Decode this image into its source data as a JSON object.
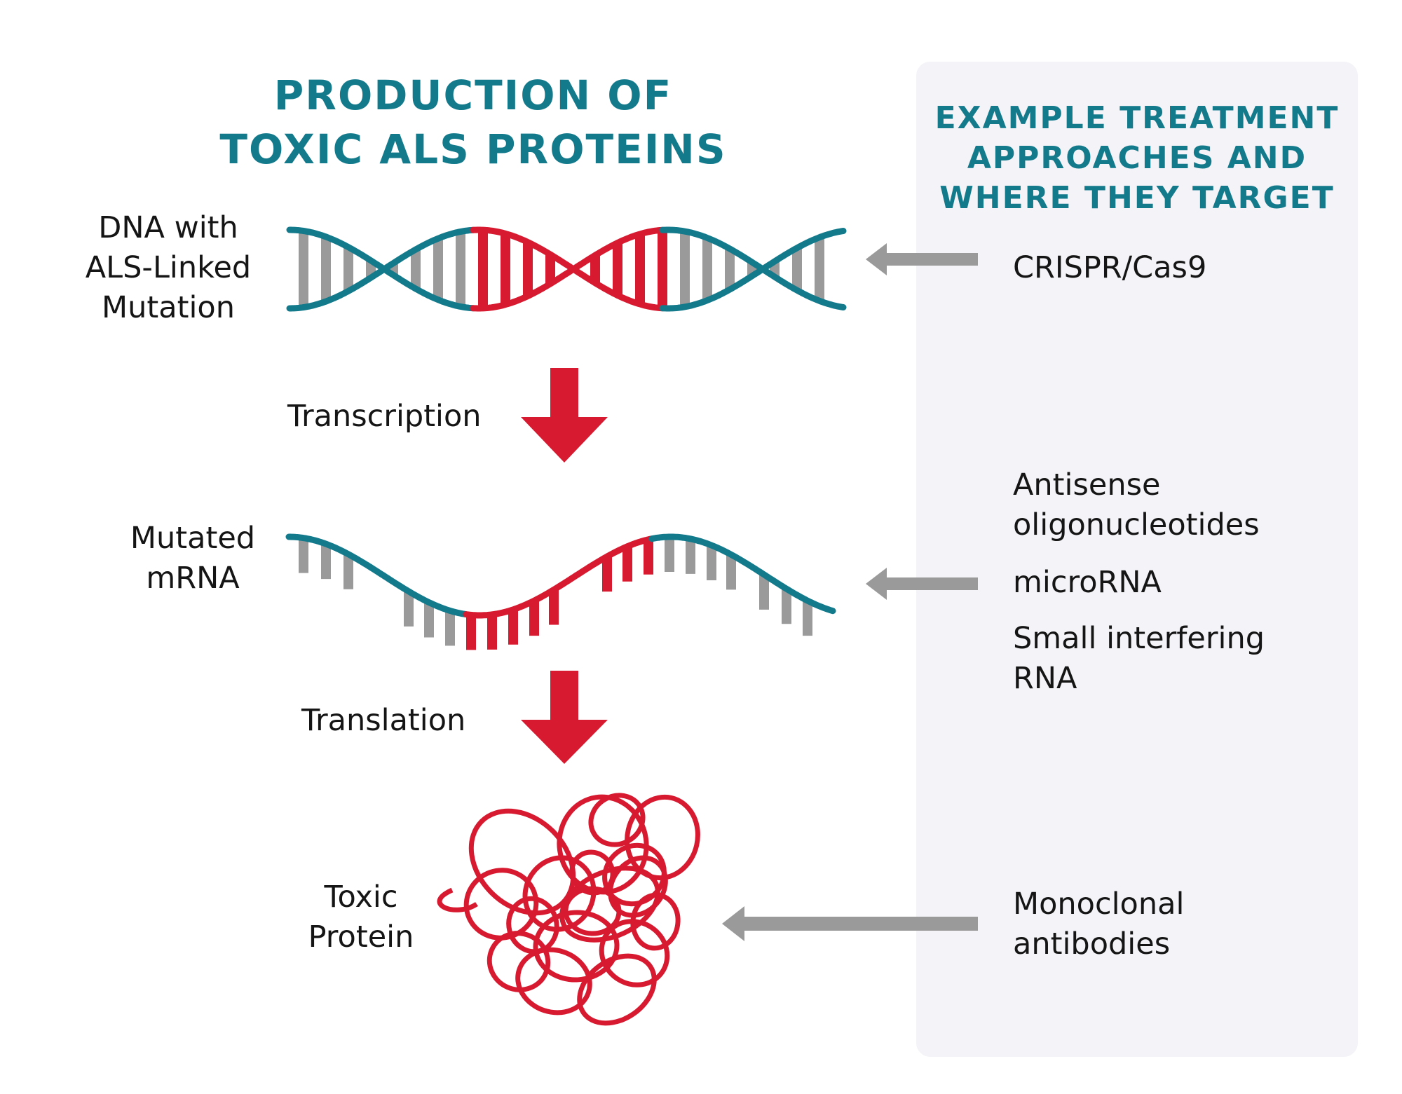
{
  "main_title": {
    "line1": "PRODUCTION OF",
    "line2": "TOXIC ALS PROTEINS"
  },
  "side_title": {
    "line1": "EXAMPLE TREATMENT",
    "line2": "APPROACHES AND",
    "line3": "WHERE THEY TARGET"
  },
  "stages": {
    "dna": {
      "line1": "DNA with",
      "line2": "ALS-Linked",
      "line3": "Mutation"
    },
    "transcription": "Transcription",
    "mrna": {
      "line1": "Mutated",
      "line2": "mRNA"
    },
    "translation": "Translation",
    "protein": {
      "line1": "Toxic",
      "line2": "Protein"
    }
  },
  "treatments": {
    "crispr": "CRISPR/Cas9",
    "antisense": {
      "line1": "Antisense",
      "line2": "oligonucleotides"
    },
    "microrna": "microRNA",
    "sirna": {
      "line1": "Small interfering",
      "line2": "RNA"
    },
    "monoclonal": {
      "line1": "Monoclonal",
      "line2": "antibodies"
    }
  },
  "colors": {
    "teal": "#137a8c",
    "red": "#d81a30",
    "gray": "#9a9a9a",
    "panel": "#f3f3f8"
  }
}
